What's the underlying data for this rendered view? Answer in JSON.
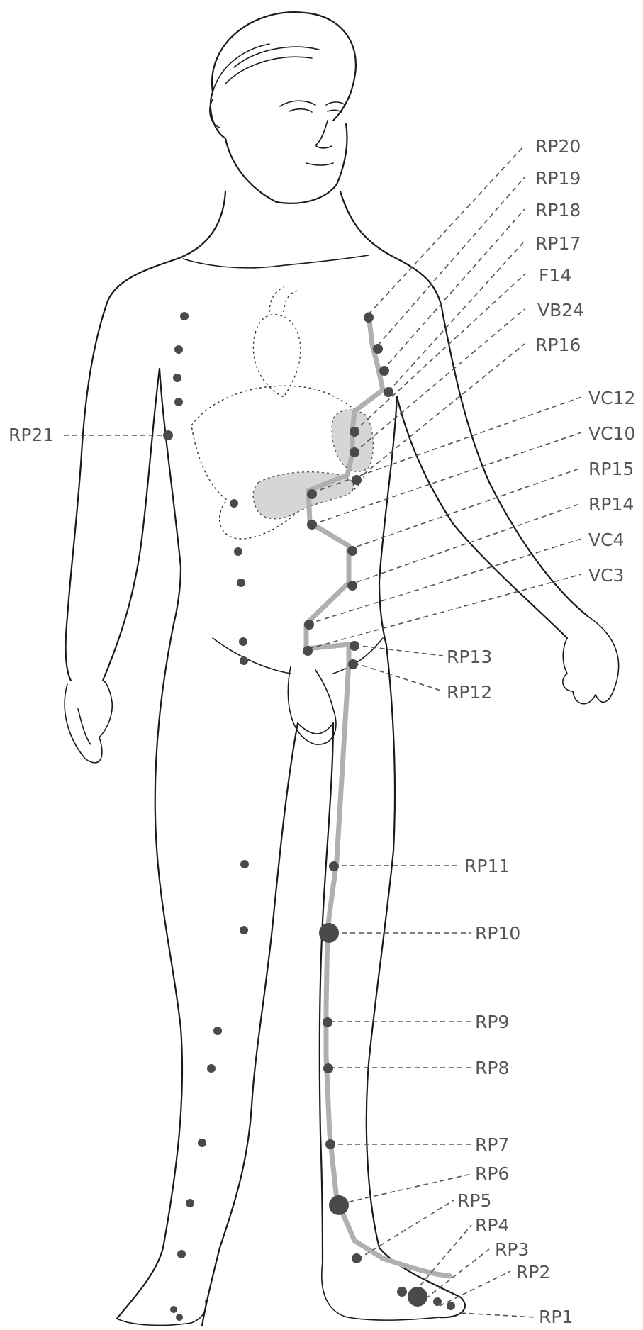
{
  "labels": {
    "rp20": "RP20",
    "rp19": "RP19",
    "rp18": "RP18",
    "rp17": "RP17",
    "f14": "F14",
    "vb24": "VB24",
    "rp16": "RP16",
    "vc12": "VC12",
    "vc10": "VC10",
    "rp15": "RP15",
    "rp14": "RP14",
    "vc4": "VC4",
    "vc3": "VC3",
    "rp21": "RP21",
    "rp13": "RP13",
    "rp12": "RP12",
    "rp11": "RP11",
    "rp10": "RP10",
    "rp9": "RP9",
    "rp8": "RP8",
    "rp7": "RP7",
    "rp6": "RP6",
    "rp5": "RP5",
    "rp4": "RP4",
    "rp3": "RP3",
    "rp2": "RP2",
    "rp1": "RP1"
  },
  "colors": {
    "meridian": "#b0b0b0",
    "points": "#4a4a4a",
    "organ_fill": "#d6d6d6",
    "lines": "#1a1a1a"
  }
}
